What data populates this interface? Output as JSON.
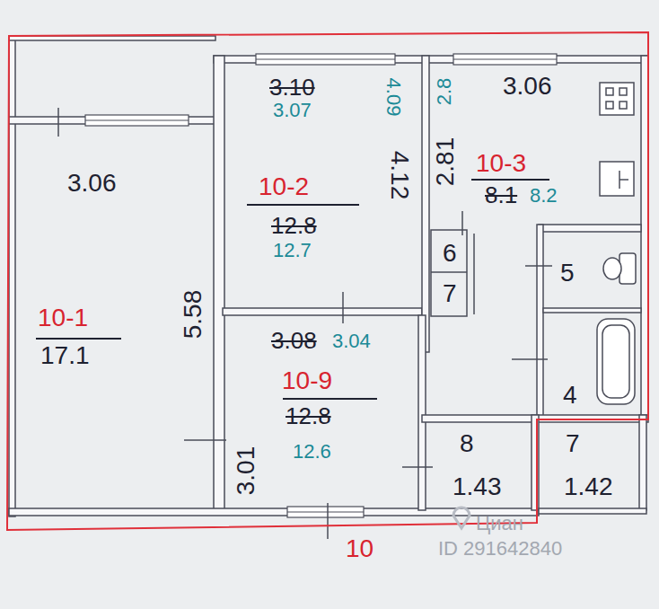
{
  "diagram": {
    "nodes": [
      {
        "text": [
          "3.06",
          "10-1",
          "17.1",
          "5.58"
        ]
      },
      {
        "text": [
          "3.10",
          "3.07",
          "4.09",
          "10-2",
          "12.8",
          "12.7",
          "4.12"
        ]
      },
      {
        "text": [
          "2.8",
          "3.06",
          "2.81",
          "10-3",
          "8.1",
          "8.2"
        ]
      },
      {
        "text": [
          "6"
        ]
      },
      {
        "text": [
          "7"
        ]
      },
      {
        "text": [
          "5"
        ]
      },
      {
        "text": [
          "3.08",
          "3.04",
          "10-9",
          "12.8",
          "12.6",
          "3.01"
        ]
      },
      {
        "text": [
          "4"
        ]
      },
      {
        "text": [
          "8",
          "1.43"
        ]
      },
      {
        "text": [
          "7",
          "1.42"
        ]
      }
    ],
    "labels": [
      "10",
      "Циан",
      "ID 291642840"
    ]
  }
}
